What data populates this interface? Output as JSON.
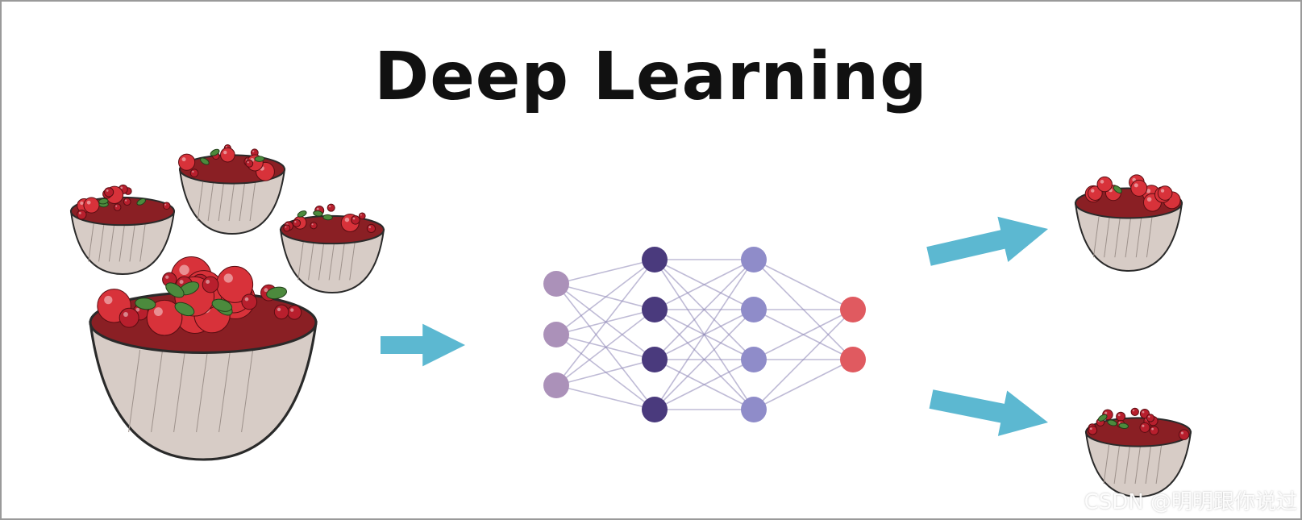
{
  "title": "Deep Learning",
  "watermark": "CSDN @明明跟你说过",
  "colors": {
    "arrow": "#5cb8d1",
    "input_node": "#ab91b9",
    "hidden1_node": "#4a3a7d",
    "hidden2_node": "#8f8cc9",
    "output_node": "#e05a60",
    "edge": "#8b84b4",
    "tomato": "#d8323a",
    "cherry": "#b81f2d",
    "leaf": "#4c8a3d",
    "bowl_fill": "#d7ccc6",
    "bowl_line": "#2a2a2a"
  },
  "network": {
    "layers": [
      3,
      4,
      4,
      2
    ]
  },
  "icons": [
    "fruit-bowl-icon",
    "arrow-right-icon",
    "neural-network-icon"
  ]
}
